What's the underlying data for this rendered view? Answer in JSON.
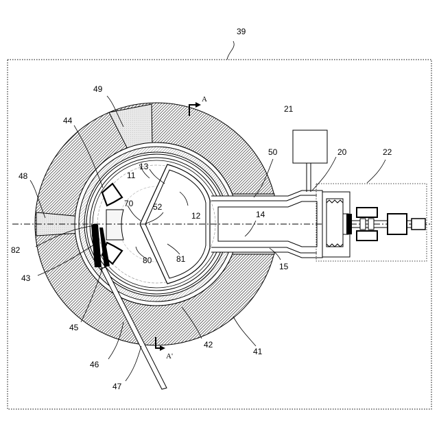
{
  "labels": {
    "l39": "39",
    "l49": "49",
    "l44": "44",
    "l48": "48",
    "l82": "82",
    "l43": "43",
    "l45": "45",
    "l46": "46",
    "l47": "47",
    "l42": "42",
    "l41": "41",
    "l11": "11",
    "l13": "13",
    "l70": "70",
    "l52": "52",
    "l12": "12",
    "l80": "80",
    "l81": "81",
    "l14": "14",
    "l15": "15",
    "l50": "50",
    "l21": "21",
    "l20": "20",
    "l22": "22",
    "sectionA": "A",
    "sectionA2": "A'"
  }
}
